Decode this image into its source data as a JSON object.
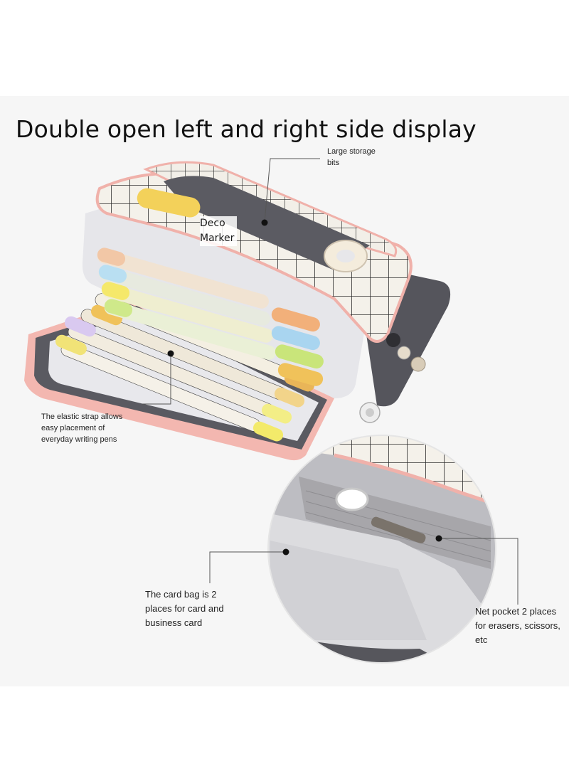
{
  "title": "Double open left and right side display",
  "labels": {
    "deco_line1": "Deco",
    "deco_line2": "Marker",
    "storage_line1": "Large storage",
    "storage_line2": "bits",
    "elastic_line1": "The elastic strap allows",
    "elastic_line2": "easy placement of",
    "elastic_line3": "everyday writing pens",
    "card_line1": "The card bag is 2",
    "card_line2": "places for card and",
    "card_line3": "business card",
    "net_line1": "Net pocket 2 places",
    "net_line2": "for erasers, scissors,",
    "net_line3": "etc"
  },
  "colors": {
    "canvas": "#ffffff",
    "band": "#f6f6f6",
    "grid_fabric": "#f4f1ea",
    "grid_lines": "#2b2b2b",
    "pink_trim": "#f0b9b2",
    "lining_grey": "#c9c9cc",
    "dark_lining": "#4a4a50"
  }
}
